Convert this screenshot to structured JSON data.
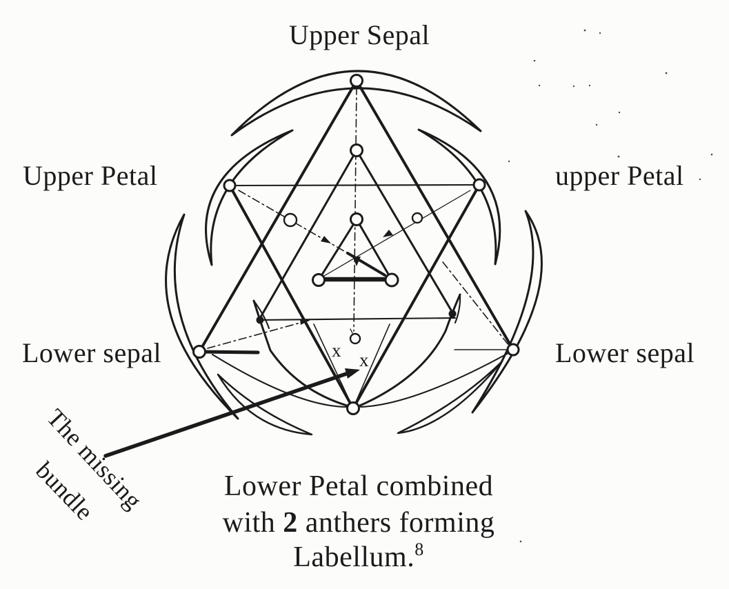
{
  "page": {
    "paper": "#fcfcfa",
    "ink": "#1b1b1b",
    "description": "Scanned botanical floral diagram of an orchid flower"
  },
  "labels": {
    "upper_sepal": "Upper Sepal",
    "upper_petal_left": "Upper Petal",
    "upper_petal_right": "upper Petal",
    "lower_sepal_left": "Lower sepal",
    "lower_sepal_right": "Lower sepal"
  },
  "annotation": {
    "missing_bundle_line1": "The missing",
    "missing_bundle_line2": "bundle",
    "x_mark_left": "x",
    "x_mark_right": "x"
  },
  "caption": {
    "line1": "Lower Petal combined",
    "line2_before": "with ",
    "line2_bold": "2",
    "line2_after": " anthers forming",
    "line3": "Labellum.",
    "line3_superscript": "8"
  }
}
